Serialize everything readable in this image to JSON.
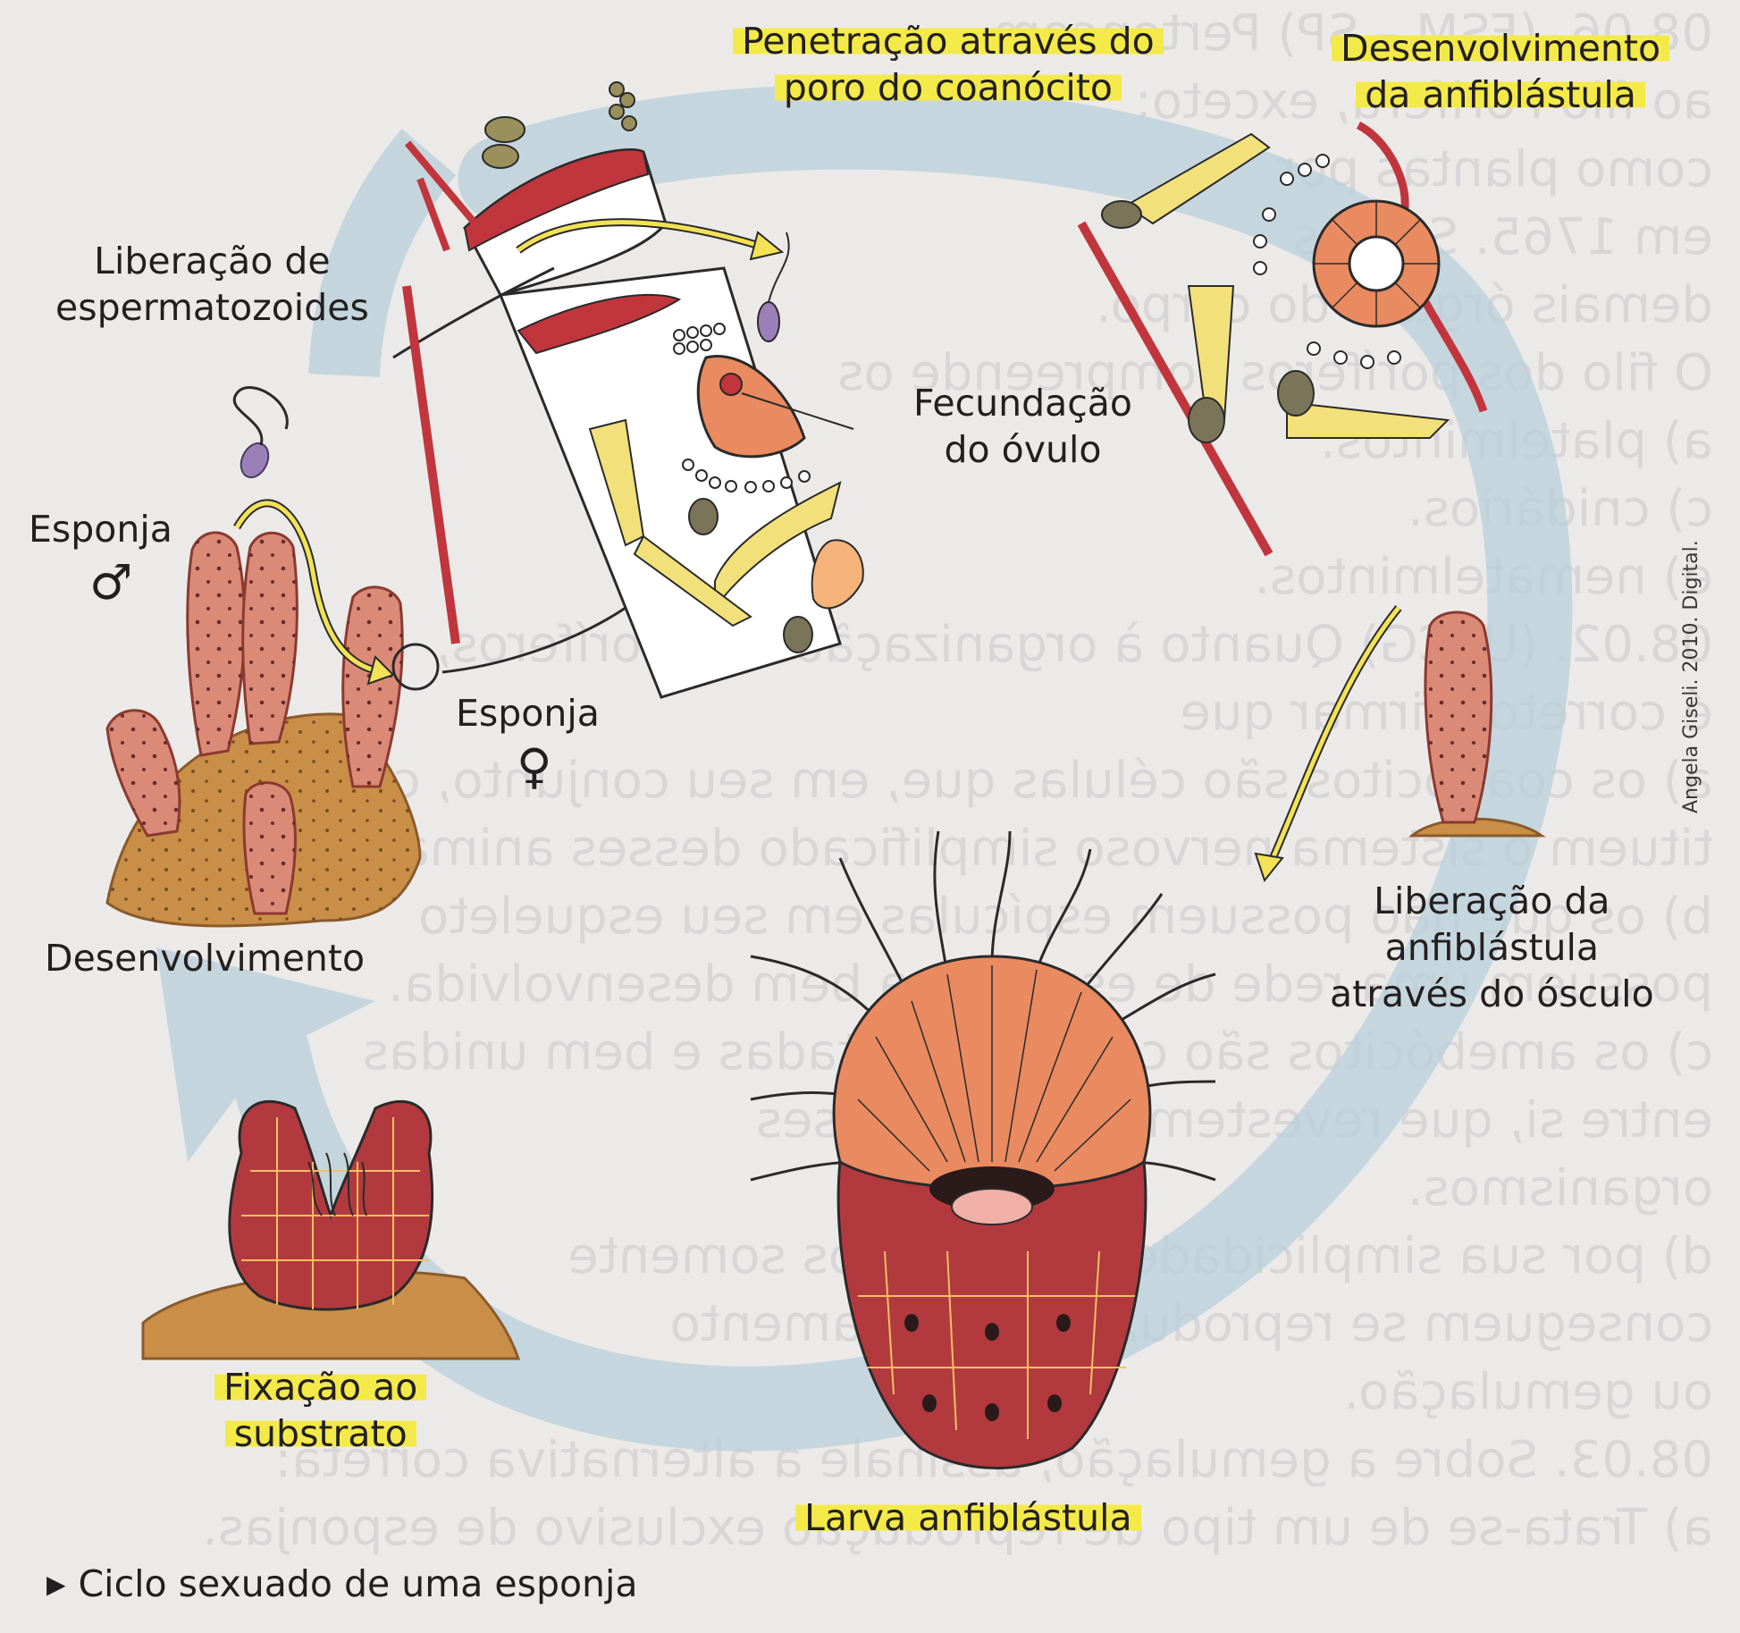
{
  "labels": {
    "penetracao": [
      "Penetração através do",
      "poro do coanócito"
    ],
    "desenvolvimento_anfiblastula": [
      "Desenvolvimento",
      "da anfiblástula"
    ],
    "liberacao_espermatozoides": [
      "Liberação de",
      "espermatozoides"
    ],
    "esponja_macho": "Esponja",
    "esponja_femea": "Esponja",
    "fecundacao": [
      "Fecundação",
      "do óvulo"
    ],
    "desenvolvimento": "Desenvolvimento",
    "liberacao_anfiblastula": [
      "Liberação da",
      "anfiblástula",
      "através do ósculo"
    ],
    "fixacao": [
      "Fixação ao",
      "substrato"
    ],
    "larva": "Larva anfiblástula"
  },
  "symbols": {
    "male": "♂",
    "female": "♀"
  },
  "caption": "Ciclo sexuado de uma esponja",
  "credit": "Angela Giseli. 2010. Digital.",
  "background_text": [
    "08.06. (FSM – SP) Pertencem",
    "ao filo Porifera, exceto:",
    "como plantas por",
    "em 1765. São os",
    "demais órgãos do corpo.",
    "O filo dos poríferos compreende os",
    "a) platelmintos.",
    "c) cnidários.",
    "e) nematelmintos.",
    "08.02. (UFCG) Quanto à organização dos poríferos,",
    "é correto afirmar que",
    "a) os coanócitos são células que, em seu conjunto, cons-",
    "tituem o sistema nervoso simplificado desses animais.",
    "b) os que não possuem espículas em seu esqueleto",
    "possuem uma rede de espongina bem desenvolvida.",
    "c) os amebócitos são células achatadas e bem unidas",
    "entre si, que revestem o corpo desses",
    "organismos.",
    "d) por sua simplicidade, os poríferos somente",
    "conseguem se reproduzir por brotamento",
    "ou gemulação.",
    "",
    "08.03. Sobre a gemulação, assinale a alternativa correta:",
    "a) Trata-se de um tipo de reprodução exclusivo de esponjas."
  ],
  "colors": {
    "highlight": "#f3ea4a",
    "cycle_arrow": "#b9cfd9",
    "sponge_pink": "#dc8a78",
    "base_ochre": "#c98f48",
    "cell_red": "#b23a3f",
    "cell_orange": "#e98a60",
    "text": "#231f20"
  }
}
